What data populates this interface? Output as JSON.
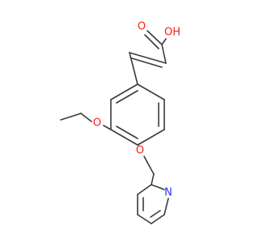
{
  "molecule": {
    "atoms": {
      "hydroxyl": {
        "element": "O",
        "label": "OH",
        "color": "#ff1a1a"
      },
      "carbonyl": {
        "element": "O",
        "label": "O",
        "color": "#ff1a1a"
      },
      "ethoxy_oxygen": {
        "element": "O",
        "label": "O",
        "color": "#ff1a1a"
      },
      "ether_oxygen": {
        "element": "O",
        "label": "O",
        "color": "#ff1a1a"
      },
      "pyridine_nitrogen": {
        "element": "N",
        "label": "N",
        "color": "#2a33e8"
      }
    },
    "bond_color": "#3a3a3a"
  }
}
